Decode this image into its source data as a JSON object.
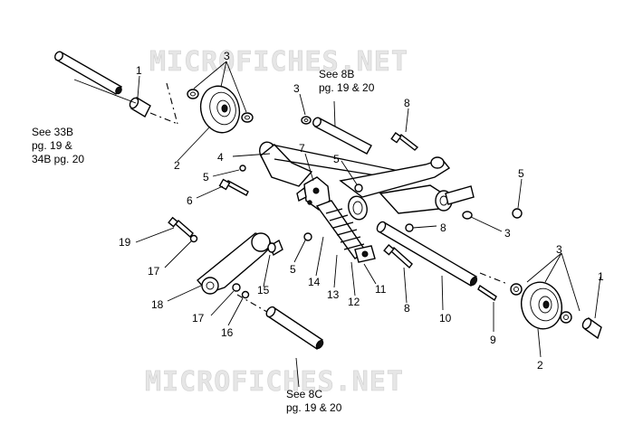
{
  "watermark": "MICROFICHES.NET",
  "callouts": {
    "c1": "1",
    "c2": "2",
    "c3": "3",
    "c4": "4",
    "c5": "5",
    "c6": "6",
    "c7": "7",
    "c8": "8",
    "c9": "9",
    "c10": "10",
    "c11": "11",
    "c12": "12",
    "c13": "13",
    "c14": "14",
    "c15": "15",
    "c16": "16",
    "c17": "17",
    "c18": "18",
    "c19": "19"
  },
  "references": {
    "see_33b": [
      "See 33B",
      "pg. 19 &",
      "34B pg. 20"
    ],
    "see_8b": [
      "See 8B",
      "pg. 19 &  20"
    ],
    "see_8c": [
      "See 8C",
      "pg. 19 &  20"
    ]
  }
}
